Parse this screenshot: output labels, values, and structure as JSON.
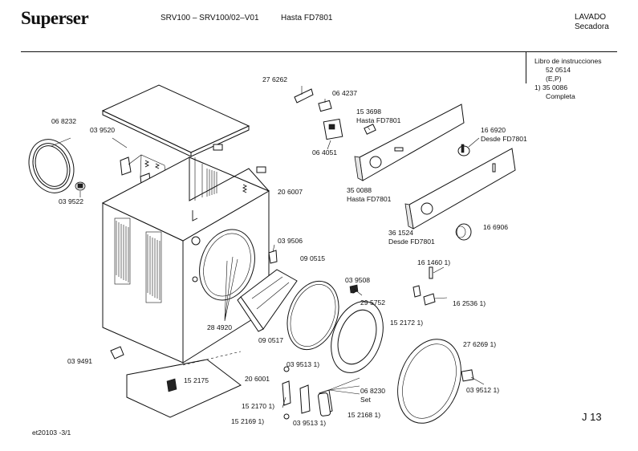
{
  "header": {
    "brand": "Superser",
    "model": "SRV100 – SRV100/02–V01",
    "range": "Hasta FD7801",
    "category": "LAVADO",
    "subcategory": "Secadora"
  },
  "manual": {
    "title": "Libro de instrucciones",
    "code1": "52 0514",
    "langs": "(E,P)",
    "code2": "1)  35 0086",
    "code2_note": "Completa"
  },
  "labels": {
    "p276262": "27 6262",
    "p064237": "06 4237",
    "p153698": "15 3698",
    "p153698_note": "Hasta FD7801",
    "p068232": "06 8232",
    "p039520": "03 9520",
    "p064051": "06 4051",
    "p166920": "16 6920",
    "p166920_note": "Desde FD7801",
    "p039522": "03 9522",
    "p206007": "20 6007",
    "p350088": "35 0088",
    "p350088_note": "Hasta FD7801",
    "p361524": "36 1524",
    "p361524_note": "Desde FD7801",
    "p166906": "16 6906",
    "p039506": "03 9506",
    "p090515": "09 0515",
    "p161460": "16 1460 1)",
    "p039508": "03 9508",
    "p295752": "29 5752",
    "p162536": "16 2536 1)",
    "p284920": "28 4920",
    "p152172": "15 2172 1)",
    "p090517": "09 0517",
    "p276269": "27 6269 1)",
    "p039491": "03 9491",
    "p039513a": "03 9513 1)",
    "p152175": "15 2175",
    "p206001": "20 6001",
    "p068230": "06 8230",
    "p068230_note": "Set",
    "p039512": "03 9512 1)",
    "p152170": "15 2170 1)",
    "p152169": "15 2169 1)",
    "p039513b": "03 9513 1)",
    "p152168": "15 2168 1)"
  },
  "page_id": "J 13",
  "footer": "et20103  -3/1"
}
